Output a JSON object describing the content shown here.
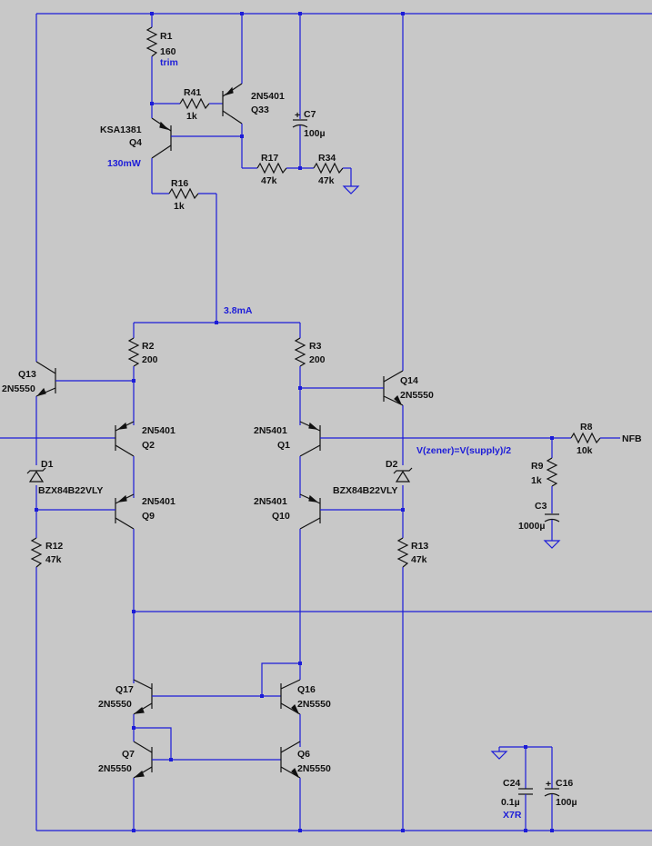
{
  "r1": {
    "ref": "R1",
    "value": "160",
    "note": "trim"
  },
  "r41": {
    "ref": "R41",
    "value": "1k"
  },
  "q33": {
    "ref": "Q33",
    "part": "2N5401"
  },
  "c7": {
    "ref": "C7",
    "value": "100µ"
  },
  "q4": {
    "ref": "Q4",
    "part": "KSA1381",
    "note": "130mW"
  },
  "r17": {
    "ref": "R17",
    "value": "47k"
  },
  "r34": {
    "ref": "R34",
    "value": "47k"
  },
  "r16": {
    "ref": "R16",
    "value": "1k"
  },
  "tail_current": "3.8mA",
  "r2": {
    "ref": "R2",
    "value": "200"
  },
  "r3": {
    "ref": "R3",
    "value": "200"
  },
  "q13": {
    "ref": "Q13",
    "part": "2N5550"
  },
  "q14": {
    "ref": "Q14",
    "part": "2N5550"
  },
  "q2": {
    "ref": "Q2",
    "part": "2N5401"
  },
  "q1": {
    "ref": "Q1",
    "part": "2N5401"
  },
  "d1": {
    "ref": "D1",
    "part": "BZX84B22VLY"
  },
  "d2": {
    "ref": "D2",
    "part": "BZX84B22VLY"
  },
  "zener_note": "V(zener)=V(supply)/2",
  "r8": {
    "ref": "R8",
    "value": "10k"
  },
  "nfb": "NFB",
  "r9": {
    "ref": "R9",
    "value": "1k"
  },
  "c3": {
    "ref": "C3",
    "value": "1000µ"
  },
  "q9": {
    "ref": "Q9",
    "part": "2N5401"
  },
  "q10": {
    "ref": "Q10",
    "part": "2N5401"
  },
  "r12": {
    "ref": "R12",
    "value": "47k"
  },
  "r13": {
    "ref": "R13",
    "value": "47k"
  },
  "q17": {
    "ref": "Q17",
    "part": "2N5550"
  },
  "q16": {
    "ref": "Q16",
    "part": "2N5550"
  },
  "q7": {
    "ref": "Q7",
    "part": "2N5550"
  },
  "q6": {
    "ref": "Q6",
    "part": "2N5550"
  },
  "c24": {
    "ref": "C24",
    "value": "0.1µ",
    "note": "X7R"
  },
  "c16": {
    "ref": "C16",
    "value": "100µ"
  }
}
